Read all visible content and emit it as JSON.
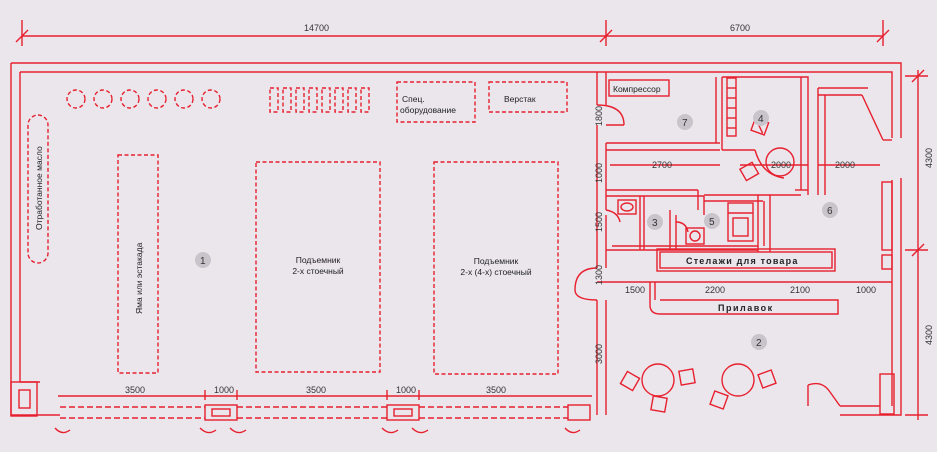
{
  "colors": {
    "wall": "#e8202e",
    "background": "#eae6ec",
    "room_marker": "#c9c4cb",
    "text": "#222222"
  },
  "dimensions": {
    "top_main": "14700",
    "top_side": "6700",
    "right_upper": "4300",
    "right_lower": "4300",
    "bays": [
      "3500",
      "1000",
      "3500",
      "1000",
      "3500"
    ],
    "inner_left": [
      "1800",
      "1000",
      "1500",
      "1300",
      "3000"
    ],
    "row_2700": "2700",
    "row_2000_a": "2000",
    "row_2000_b": "2000",
    "counter_row": [
      "1500",
      "2200",
      "2100",
      "1000"
    ]
  },
  "labels": {
    "used_oil": "Отработанное масло",
    "pit": "Яма или эстакада",
    "lift_two_post": [
      "Подъемник",
      "2-х стоечный"
    ],
    "lift_four_post": [
      "Подъемник",
      "2-х (4-х) стоечный"
    ],
    "special_equipment": [
      "Спец.",
      "оборудование"
    ],
    "workbench": "Верстак",
    "compressor": "Компрессор",
    "shelves": "Стелажи для товара",
    "counter": "Прилавок"
  },
  "rooms": [
    "1",
    "2",
    "3",
    "4",
    "5",
    "6",
    "7"
  ]
}
